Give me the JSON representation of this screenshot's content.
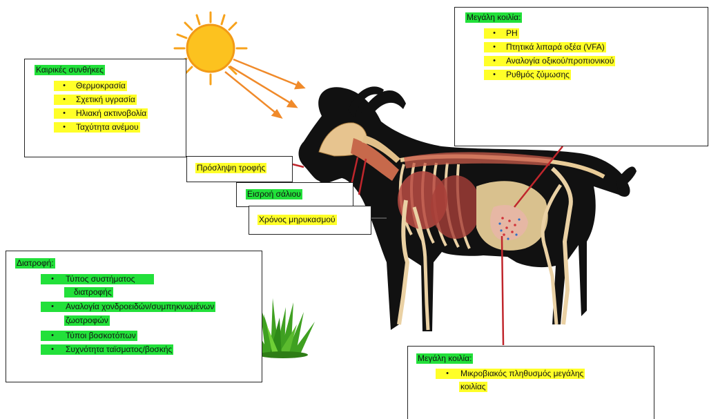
{
  "weather": {
    "title": "Καιρικές συνθήκες",
    "items": [
      "Θερμοκρασία",
      "Σχετική υγρασία",
      "Ηλιακή ακτινοβολία",
      "Ταχύτητα ανέμου"
    ]
  },
  "rumen_top": {
    "title": "Μεγάλη κοιλία:",
    "items": [
      "PH",
      "Πτητικά λιπαρά οξέα (VFA)",
      "Αναλογία οξικού/προπιονικού",
      "Ρυθμός ζύμωσης"
    ]
  },
  "labels": {
    "feed_intake": "Πρόσληψη τροφής",
    "saliva": "Εισροή σάλιου",
    "rumination": "Χρόνος μηρυκασμού"
  },
  "nutrition": {
    "title": "Διατροφή:",
    "items": [
      [
        "Τύπος συστήματος",
        "διατροφής"
      ],
      [
        "Αναλογία χονδροειδών/συμπηκνωμένων",
        "ζωοτροφών"
      ],
      [
        "Τύποι βοσκοτόπων"
      ],
      [
        "Συχνότητα ταϊσματος/βοσκής"
      ]
    ]
  },
  "rumen_bottom": {
    "title": "Μεγάλη κοιλία:",
    "items": [
      [
        "Μικροβιακός πληθυσμός μεγάλης",
        "κοιλίας"
      ]
    ]
  },
  "bullet_char": "•",
  "colors": {
    "green_highlight": "#22e03a",
    "yellow_highlight": "#ffff28",
    "pointer_line": "#c0262c",
    "sun": "#f7a21b",
    "goat": "#111111",
    "grass": "#3fa021"
  },
  "icons": [
    "sun-icon",
    "goat-anatomy-illustration",
    "grass-icon"
  ]
}
